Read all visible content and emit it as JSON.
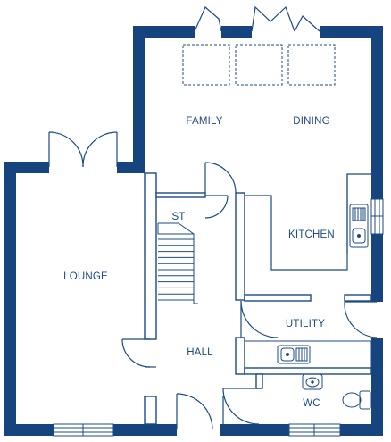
{
  "colors": {
    "wall": "#15447f",
    "line": "#1b4a86",
    "background": "#ffffff"
  },
  "rooms": {
    "family": "FAMILY",
    "dining": "DINING",
    "kitchen": "KITCHEN",
    "st": "ST",
    "lounge": "LOUNGE",
    "utility": "UTILITY",
    "hall": "HALL",
    "wc": "WC"
  },
  "features": {
    "skylights": 3,
    "stair_treads": 11,
    "icons": [
      "kitchen-sink-icon",
      "hob-icon",
      "utility-sink-icon",
      "wash-basin-icon",
      "toilet-icon"
    ]
  }
}
